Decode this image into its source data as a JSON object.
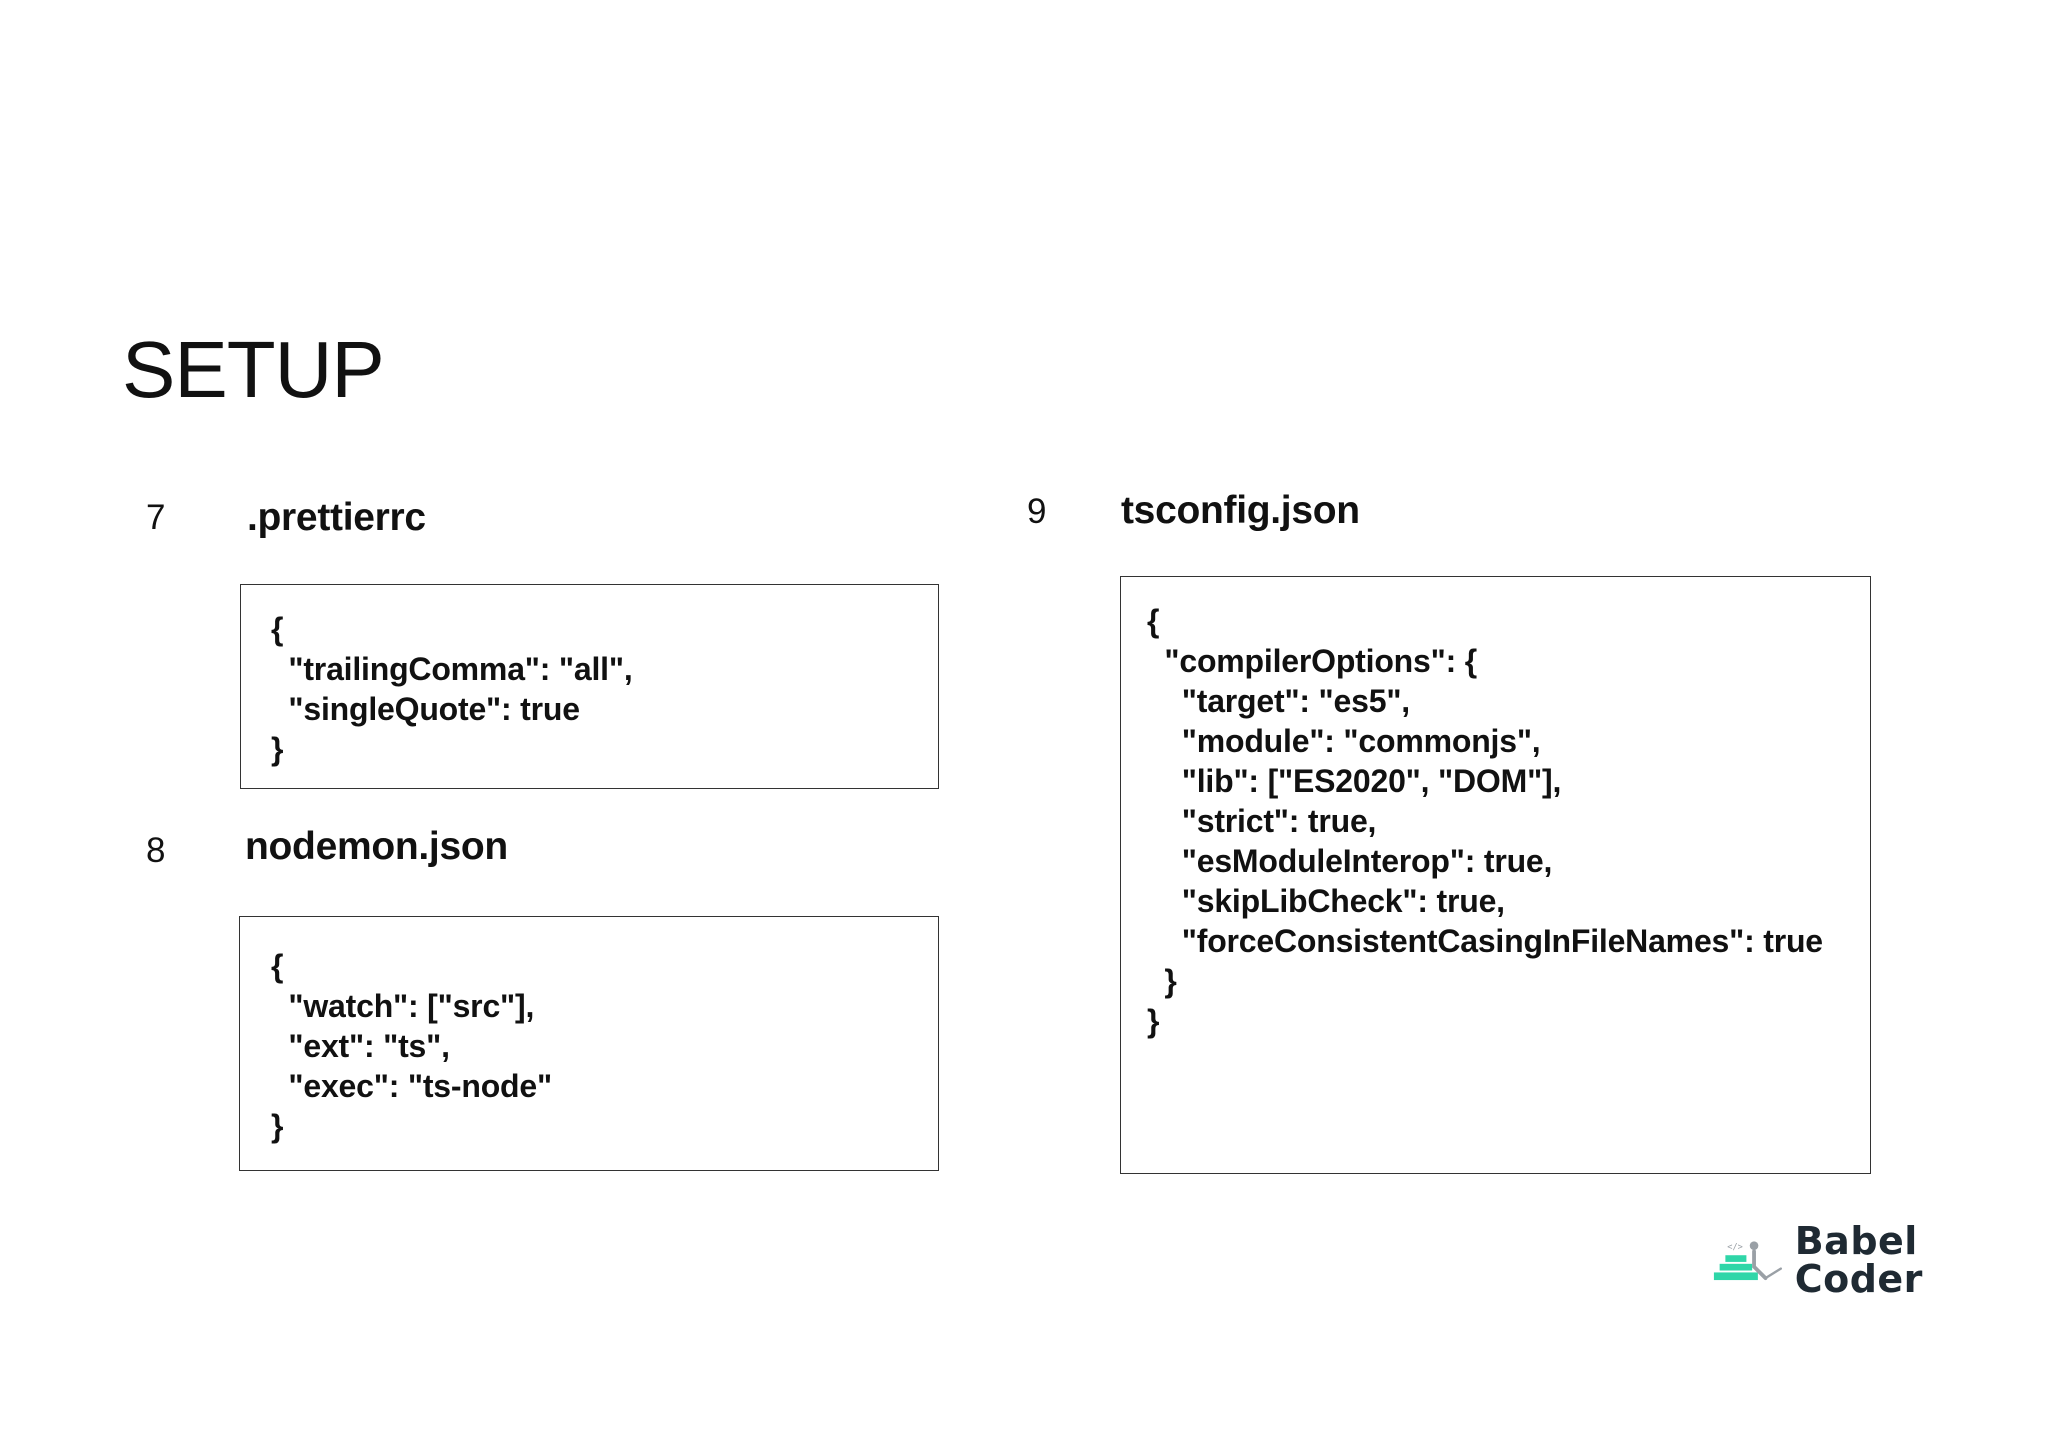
{
  "slide": {
    "title": "SETUP"
  },
  "sections": {
    "prettier": {
      "number": "7",
      "filename": ".prettierrc",
      "code": "{\n  \"trailingComma\": \"all\",\n  \"singleQuote\": true\n}"
    },
    "nodemon": {
      "number": "8",
      "filename": "nodemon.json",
      "code": "{\n  \"watch\": [\"src\"],\n  \"ext\": \"ts\",\n  \"exec\": \"ts-node\"\n}"
    },
    "tsconfig": {
      "number": "9",
      "filename": "tsconfig.json",
      "code": "{\n  \"compilerOptions\": {\n    \"target\": \"es5\",\n    \"module\": \"commonjs\",\n    \"lib\": [\"ES2020\", \"DOM\"],\n    \"strict\": true,\n    \"esModuleInterop\": true,\n    \"skipLibCheck\": true,\n    \"forceConsistentCasingInFileNames\": true\n  }\n}"
    }
  },
  "branding": {
    "name": "Babel Coder",
    "logo_icon": "babel-coder-logo-icon",
    "mark_text": "</>",
    "accent_color": "#2fd6a8",
    "figure_color": "#9aa0a6"
  }
}
